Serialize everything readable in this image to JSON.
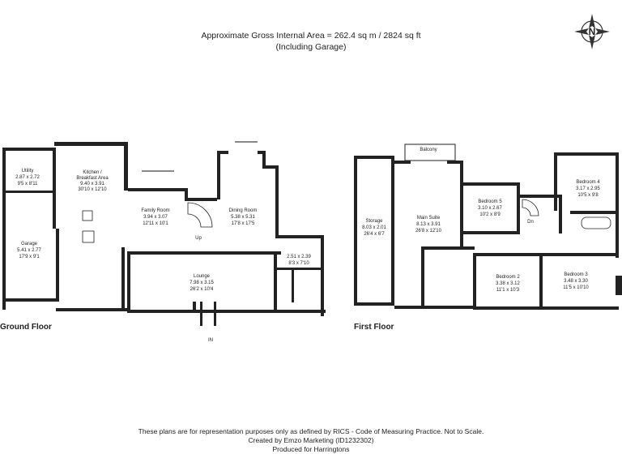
{
  "header": {
    "area_line": "Approximate Gross Internal Area = 262.4 sq m / 2824 sq ft",
    "garage_line": "(Including Garage)"
  },
  "compass": {
    "letter": "N",
    "icon": "north-arrow-icon"
  },
  "ground_floor": {
    "label": "Ground Floor",
    "entrance": "IN",
    "up": "Up",
    "rooms": [
      {
        "name": "Utility",
        "metric": "2.87 x 2.72",
        "imperial": "9'5 x 8'11"
      },
      {
        "name": "Kitchen /",
        "name2": "Breakfast Area",
        "metric": "9.40 x 3.91",
        "imperial": "30'10 x 12'10"
      },
      {
        "name": "Garage",
        "metric": "5.41 x 2.77",
        "imperial": "17'9 x 9'1"
      },
      {
        "name": "Family Room",
        "metric": "3.94 x 3.07",
        "imperial": "12'11 x 10'1"
      },
      {
        "name": "Dining Room",
        "metric": "5.38 x 5.31",
        "imperial": "17'8 x 17'5"
      },
      {
        "name": "Lounge",
        "metric": "7.98 x 3.15",
        "imperial": "26'2 x 10'4"
      },
      {
        "name": "",
        "metric": "2.51 x 2.39",
        "imperial": "8'3 x 7'10"
      }
    ]
  },
  "first_floor": {
    "label": "First Floor",
    "down": "Dn",
    "rooms": [
      {
        "name": "Balcony",
        "metric": "",
        "imperial": ""
      },
      {
        "name": "Storage",
        "metric": "8.03 x 2.01",
        "imperial": "26'4 x 6'7"
      },
      {
        "name": "Main Suite",
        "metric": "8.13 x 3.91",
        "imperial": "26'8 x 12'10"
      },
      {
        "name": "Bedroom 5",
        "metric": "3.10 x 2.67",
        "imperial": "10'2 x 8'9"
      },
      {
        "name": "Bedroom 4",
        "metric": "3.17 x 2.95",
        "imperial": "10'5 x 9'8"
      },
      {
        "name": "Bedroom 2",
        "metric": "3.38 x 3.12",
        "imperial": "11'1 x 10'3"
      },
      {
        "name": "Bedroom 3",
        "metric": "3.48 x 3.30",
        "imperial": "11'5 x 10'10"
      }
    ]
  },
  "footer": {
    "line1": "These plans are for representation purposes only as defined by RICS - Code of Measuring Practice. Not to Scale.",
    "line2": "Created by Emzo Marketing (ID1232302)",
    "line3": "Produced for Harringtons"
  }
}
